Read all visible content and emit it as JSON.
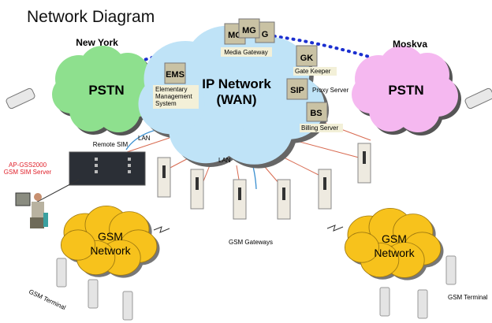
{
  "title": "Network Diagram",
  "sites": {
    "left": "New York",
    "right": "Moskva"
  },
  "clouds": {
    "pstn": "PSTN",
    "ip_line1": "IP Network",
    "ip_line2": "(WAN)",
    "gsm_line1": "GSM",
    "gsm_line2": "Network"
  },
  "servers": {
    "mg": "MG",
    "mg_partial": "G",
    "media_gateway": "Media Gateway",
    "gk": "GK",
    "gate_keeper": "Gate Keeper",
    "sip": "SIP",
    "proxy_server": "Proxy Server",
    "bs": "BS",
    "billing_server": "Billing Server",
    "ems": "EMS",
    "ems_label": [
      "Elementary",
      "Management",
      "System"
    ]
  },
  "labels": {
    "remote_sim": "Remote SIM",
    "lan": "LAN",
    "sim_server": [
      "AP-GSS2000",
      "GSM SIM Server"
    ],
    "gsm_gateways": "GSM Gateways",
    "gsm_terminal": "GSM Terminal"
  },
  "colors": {
    "pstn_left": "#8ee08e",
    "pstn_right": "#f5b8f0",
    "ip": "#bfe3f7",
    "gsm": "#f7c21c",
    "dots": "#1b2fd0",
    "sim_label": "#e0202a"
  }
}
